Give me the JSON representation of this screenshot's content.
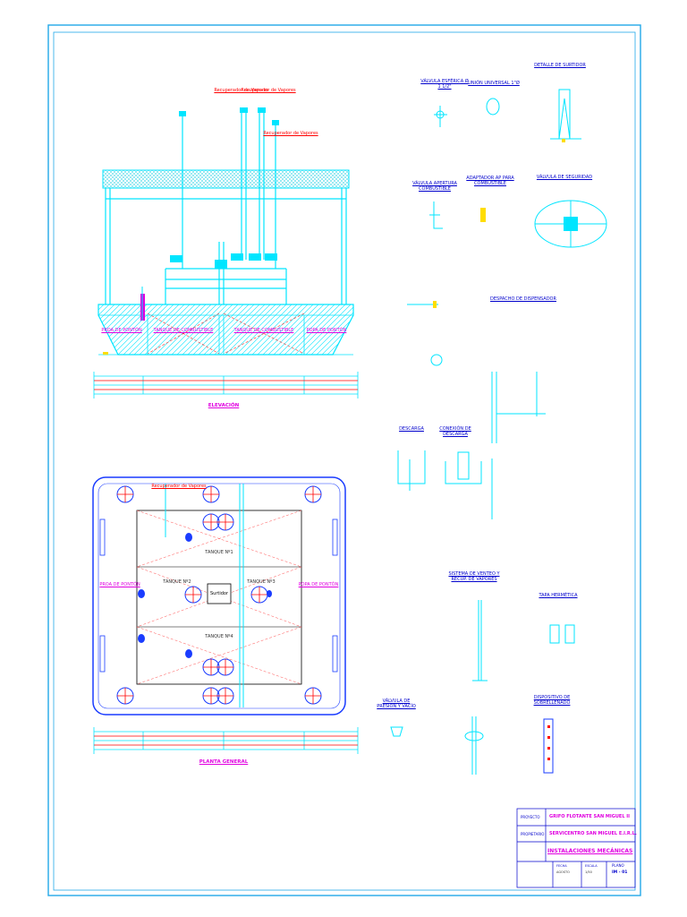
{
  "drawing": {
    "border_color": "#22a8e8",
    "line_color": "#00e5ff",
    "red_color": "#ff0000",
    "magenta_color": "#e000e0",
    "yellow_color": "#ffdd00",
    "dark_blue": "#0000cc"
  },
  "elevation_view": {
    "title": "ELEVACIÓN",
    "recuperador_labels": [
      "Recuperador de Vapores",
      "Recuperador de Vapores",
      "Recuperador de Vapores"
    ],
    "tank_labels": [
      "TANQUE DE COMBUSTIBLE",
      "TANQUE DE COMBUSTIBLE"
    ],
    "side_labels": [
      "PROA DE PONTÓN",
      "POPA DE PONTÓN"
    ]
  },
  "plan_view": {
    "title": "PLANTA GENERAL",
    "side_labels": [
      "PROA DE PONTÓN",
      "POPA DE PONTÓN"
    ],
    "center_box": "Surtidor",
    "tank_labels": [
      "TANQUE Nº1",
      "TANQUE Nº2",
      "TANQUE Nº3",
      "TANQUE Nº4"
    ],
    "recuperador": "Recuperador de Vapores"
  },
  "details": {
    "valvula_esferica": "VÁLVULA ESFÉRICA Ø 1 1/2\"",
    "union_universal": "UNIÓN UNIVERSAL 1\"Ø",
    "detalle_surtidor": "DETALLE DE SURTIDOR",
    "valvula_apertura": "VÁLVULA APERTURA COMBUSTIBLE",
    "adaptador_ap": "ADAPTADOR AP PARA COMBUSTIBLE",
    "valvula_seguridad": "VÁLVULA DE SEGURIDAD",
    "despacho_dispensador": "DESPACHO DE DISPENSADOR",
    "descarga": "DESCARGA",
    "conexion_descarga": "CONEXIÓN DE DESCARGA",
    "sistema_venteo": "SISTEMA DE VENTEO Y RECUP. DE VAPORES",
    "tapa_hermetica": "TAPA HERMÉTICA",
    "valvula_presion": "VÁLVULA DE PRESIÓN Y VACÍO",
    "dispositivo_sobrellenado": "DISPOSITIVO DE SOBRELLENADO"
  },
  "title_block": {
    "proyecto_label": "PROYECTO",
    "proyecto": "GRIFO FLOTANTE SAN MIGUEL II",
    "propietario_label": "PROPIETARIO",
    "propietario": "SERVICENTRO SAN MIGUEL E.I.R.L.",
    "plano_title": "INSTALACIONES MECÁNICAS",
    "lamina_label": "PLANO",
    "lamina": "IM - 01",
    "escala_label": "ESCALA",
    "escala": "1/50",
    "fecha_label": "FECHA",
    "fecha": "AGOSTO"
  }
}
